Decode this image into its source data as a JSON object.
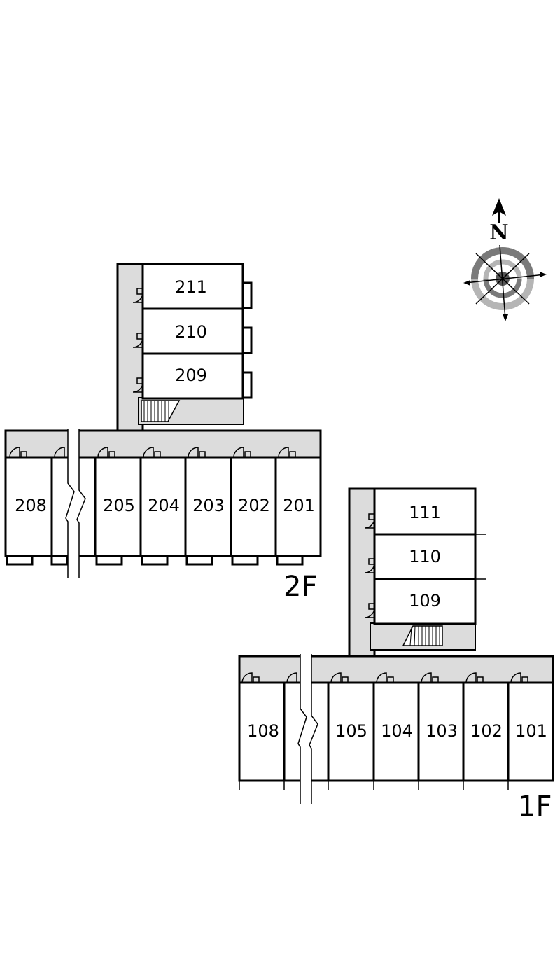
{
  "floors": {
    "second": {
      "label": "2F",
      "north_rooms": [
        "211",
        "210",
        "209"
      ],
      "south_rooms": [
        "208",
        "205",
        "204",
        "203",
        "202",
        "201"
      ]
    },
    "first": {
      "label": "1F",
      "north_rooms": [
        "111",
        "110",
        "109"
      ],
      "south_rooms": [
        "108",
        "105",
        "104",
        "103",
        "102",
        "101"
      ]
    }
  },
  "compass": {
    "label": "N",
    "icon": "compass-rose-icon",
    "ring_colors": [
      "#7a7a7a",
      "#b5b5b5"
    ]
  },
  "colors": {
    "corridor": "#dcdcdc",
    "line": "#000000"
  }
}
